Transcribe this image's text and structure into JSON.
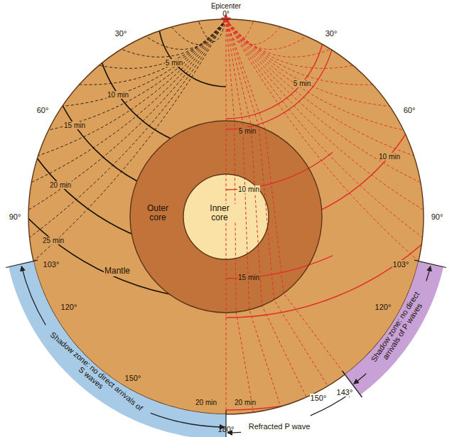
{
  "diagram": {
    "nodes": [
      {
        "text": [
          "Mantle"
        ]
      },
      {
        "text": [
          "Outer core"
        ],
        "in": 0
      },
      {
        "text": [
          "Inner core"
        ],
        "in": 1
      },
      {
        "text": [
          "Shadow zone: no direct arrivals of S waves"
        ]
      },
      {
        "text": [
          "Shadow zone: no direct arrivals of P waves"
        ]
      }
    ],
    "labels": [
      "Epicenter",
      "0°",
      "30°",
      "30°",
      "60°",
      "60°",
      "90°",
      "90°",
      "103°",
      "103°",
      "120°",
      "120°",
      "150°",
      "150°",
      "143°",
      "180°",
      "5 min",
      "10 min",
      "15 min",
      "20 min",
      "25 min",
      "5 min",
      "10 min",
      "5 min",
      "10 min",
      "15 min",
      "20 min",
      "20 min",
      "Refracted P wave"
    ]
  }
}
